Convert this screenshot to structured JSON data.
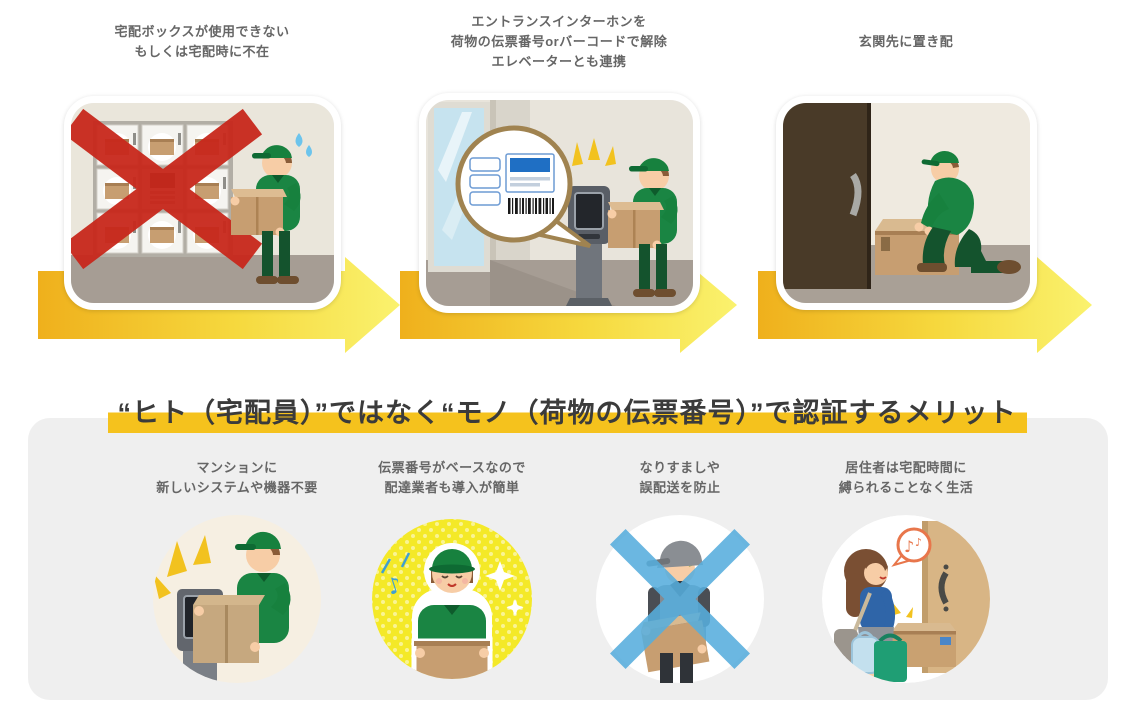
{
  "headline": {
    "text": "“ヒト（宅配員）”ではなく“モノ（荷物の伝票番号）”で認証するメリット"
  },
  "flow_steps": [
    {
      "caption_lines": [
        "宅配ボックスが使用できない",
        "もしくは宅配時に不在"
      ],
      "illustration": "delivery-lockers-crossed-out"
    },
    {
      "caption_lines": [
        "エントランスインターホンを",
        "荷物の伝票番号orバーコードで解除",
        "エレベーターとも連携"
      ],
      "illustration": "courier-unlocking-entrance-intercom-with-barcode"
    },
    {
      "caption_lines": [
        "玄関先に置き配"
      ],
      "illustration": "courier-leaving-package-at-door"
    }
  ],
  "benefits": [
    {
      "caption_lines": [
        "マンションに",
        "新しいシステムや機器不要"
      ],
      "illustration": "courier-using-existing-intercom"
    },
    {
      "caption_lines": [
        "伝票番号がベースなので",
        "配達業者も導入が簡単"
      ],
      "illustration": "happy-courier-with-package"
    },
    {
      "caption_lines": [
        "なりすましや",
        "誤配送を防止"
      ],
      "illustration": "impostor-courier-crossed-out"
    },
    {
      "caption_lines": [
        "居住者は宅配時間に",
        "縛られることなく生活"
      ],
      "illustration": "resident-returning-home-to-package"
    }
  ],
  "colors": {
    "arrow_gradient_start": "#EFB01C",
    "arrow_gradient_end": "#FAF26E",
    "headline_highlight": "#F5C21D",
    "headline_text": "#3B3B3B",
    "caption_text": "#666666",
    "benefits_panel_bg": "#EFEFEF",
    "courier_uniform_green": "#1A8543",
    "prohibition_red": "#C8281C",
    "prohibition_blue": "#57AEDD",
    "cardboard_brown": "#C79E71"
  }
}
